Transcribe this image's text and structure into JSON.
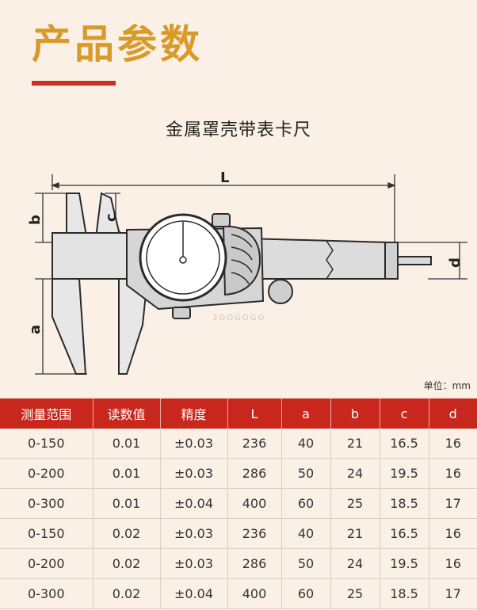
{
  "header": {
    "title": "产品参数",
    "product_name": "金属罩壳带表卡尺"
  },
  "diagram": {
    "labels": {
      "L": "L",
      "a": "a",
      "b": "b",
      "c": "c",
      "d": "d"
    },
    "watermark": "3OOGOGO"
  },
  "unit": "单位：mm",
  "table": {
    "headers": [
      "测量范围",
      "读数值",
      "精度",
      "L",
      "a",
      "b",
      "c",
      "d"
    ],
    "rows": [
      [
        "0-150",
        "0.01",
        "±0.03",
        "236",
        "40",
        "21",
        "16.5",
        "16"
      ],
      [
        "0-200",
        "0.01",
        "±0.03",
        "286",
        "50",
        "24",
        "19.5",
        "16"
      ],
      [
        "0-300",
        "0.01",
        "±0.04",
        "400",
        "60",
        "25",
        "18.5",
        "17"
      ],
      [
        "0-150",
        "0.02",
        "±0.03",
        "236",
        "40",
        "21",
        "16.5",
        "16"
      ],
      [
        "0-200",
        "0.02",
        "±0.03",
        "286",
        "50",
        "24",
        "19.5",
        "16"
      ],
      [
        "0-300",
        "0.02",
        "±0.04",
        "400",
        "60",
        "25",
        "18.5",
        "17"
      ]
    ]
  },
  "colors": {
    "title": "#d99a2c",
    "accent_red": "#c8271d",
    "background": "#fbf0e6"
  }
}
